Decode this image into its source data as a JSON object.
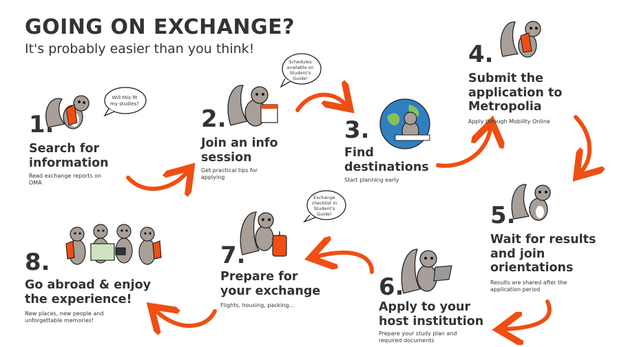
{
  "header": {
    "title": "GOING ON EXCHANGE?",
    "subtitle": "It's probably easier than you think!"
  },
  "colors": {
    "accent": "#f04e12",
    "text": "#333333",
    "squirrel": "#a89f98"
  },
  "steps": [
    {
      "number": "1.",
      "title_lines": [
        "Search for",
        "information"
      ],
      "desc_lines": [
        "Read exchange reports on",
        "OMA"
      ]
    },
    {
      "number": "2.",
      "title_lines": [
        "Join an info",
        "session"
      ],
      "desc_lines": [
        "Get practical tips for",
        "applying"
      ]
    },
    {
      "number": "3.",
      "title_lines": [
        "Find",
        "destinations"
      ],
      "desc_lines": [
        "Start planning early"
      ]
    },
    {
      "number": "4.",
      "title_lines": [
        "Submit the",
        "application to",
        "Metropolia"
      ],
      "desc_lines": [
        "Apply through Mobility Online"
      ]
    },
    {
      "number": "5.",
      "title_lines": [
        "Wait for results",
        "and join",
        "orientations"
      ],
      "desc_lines": [
        "Results are shared after the",
        "application period"
      ]
    },
    {
      "number": "6.",
      "title_lines": [
        "Apply to your",
        "host institution"
      ],
      "desc_lines": [
        "Prepare your study plan and",
        "required documents"
      ]
    },
    {
      "number": "7.",
      "title_lines": [
        "Prepare for",
        "your exchange"
      ],
      "desc_lines": [
        "Flights, housing, packing..."
      ]
    },
    {
      "number": "8.",
      "title_lines": [
        "Go abroad & enjoy",
        "the experience!"
      ],
      "desc_lines": [
        "New places, new people and",
        "unforgettable memories!"
      ]
    }
  ],
  "bubbles": {
    "step1": "Will this fit my studies?",
    "step2": "Schedules available on Student's Guide!",
    "step7": "Exchange checklist in Student's Guide!"
  },
  "illustrations": [
    "squirrel-backpack-icon",
    "squirrel-calendar-icon",
    "squirrel-globe-icon",
    "squirrel-envelope-icon",
    "squirrel-waiting-icon",
    "squirrel-laptop-icon",
    "squirrel-suitcase-icon",
    "squirrel-group-icon"
  ]
}
